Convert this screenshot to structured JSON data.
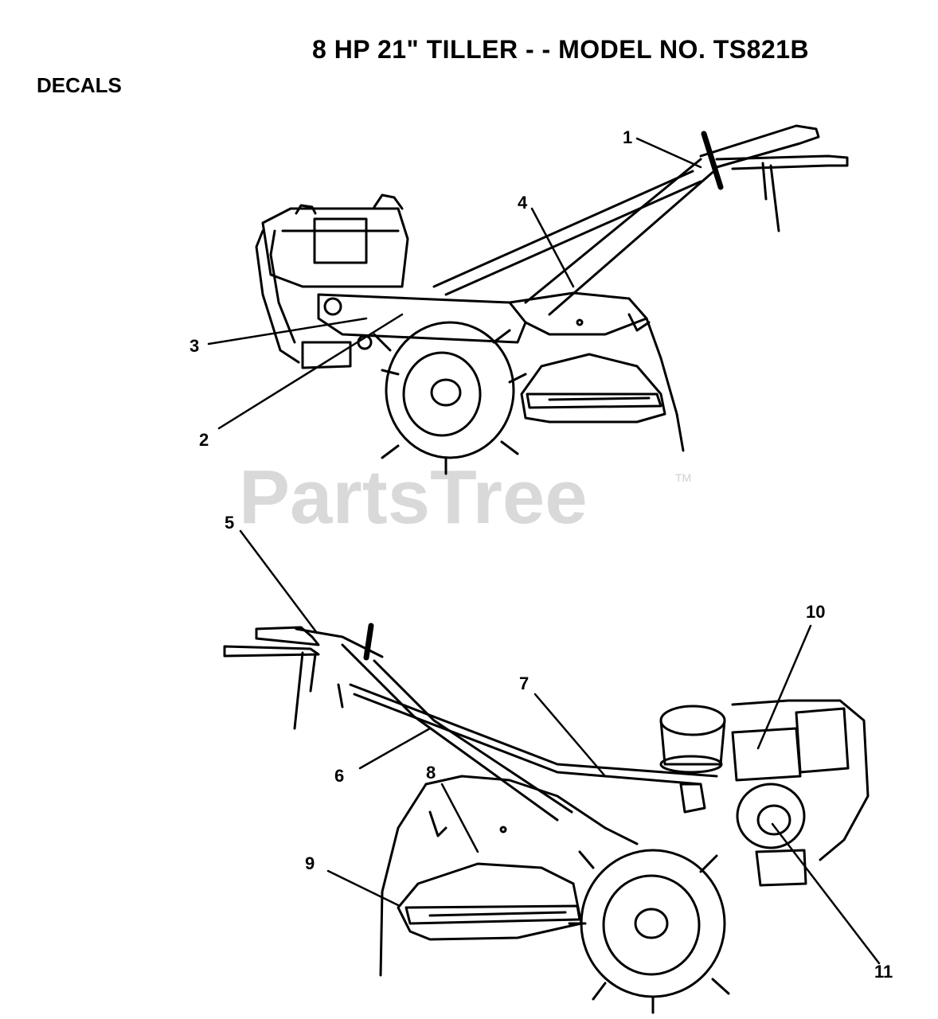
{
  "header": {
    "title": "8 HP 21\" TILLER - - MODEL NO. TS821B",
    "section": "DECALS"
  },
  "watermark": {
    "text": "PartsTree",
    "tm": "TM"
  },
  "callouts": {
    "c1": "1",
    "c2": "2",
    "c3": "3",
    "c4": "4",
    "c5": "5",
    "c6": "6",
    "c7": "7",
    "c8": "8",
    "c9": "9",
    "c10": "10",
    "c11": "11"
  },
  "colors": {
    "ink": "#000000",
    "watermark": "#d9d9d9",
    "background": "#ffffff"
  }
}
